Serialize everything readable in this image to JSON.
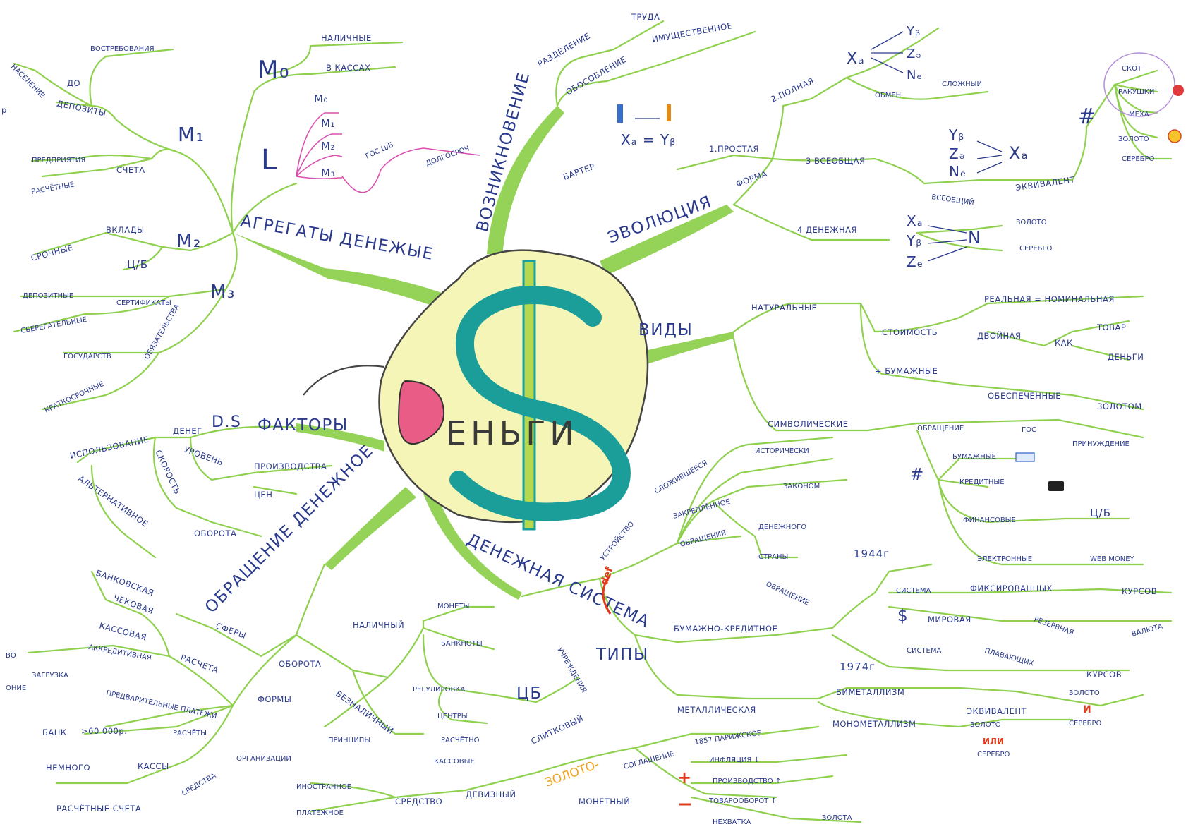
{
  "colors": {
    "branch": "#8fd14f",
    "text": "#2a3a8c",
    "magenta": "#d94fb0",
    "red": "#e23b1a",
    "gold": "#f0a21a",
    "pad": "#f6f5b8",
    "dollar": "#1b9e9a"
  },
  "side_label": "р",
  "center": {
    "label": "ЕНЬГИ"
  },
  "aggregates": {
    "title": "АГРЕГАТЫ ДЕНЕЖЫЕ",
    "m0": {
      "label": "M₀",
      "items": [
        "НАЛИЧНЫЕ",
        "В КАССАХ"
      ]
    },
    "m1": {
      "label": "M₁",
      "deposits": "ДЕПОЗИТЫ",
      "until": "ДО",
      "demand": "ВОСТРЕБОВАНИЯ",
      "population": "НАСЕЛЕНИЕ",
      "accounts": "СЧЕТА",
      "enterprises": "ПРЕДПРИЯТИЯ",
      "settlement": "РАСЧЁТНЫЕ"
    },
    "m2": {
      "label": "M₂",
      "deposits": "ВКЛАДЫ",
      "term": "СРОЧНЫЕ",
      "cb": "Ц/Б"
    },
    "m3": {
      "label": "M₃",
      "certificates": "СЕРТИФИКАТЫ",
      "deposit": "ДЕПОЗИТНЫЕ",
      "savings": "СБЕРЕГАТЕЛЬНЫЕ",
      "obligations": "ОБЯЗАТЕЛЬСТВА",
      "state": "ГОСУДАРСТВ",
      "shortterm": "КРАТКОСРОЧНЫЕ"
    },
    "l_label": "L",
    "l_items": [
      "M₀",
      "M₁",
      "M₂",
      "M₃"
    ],
    "gos_cb": "ГОС Ц/Б",
    "longterm": "ДОЛГОСРОЧ"
  },
  "origin": {
    "title": "ВОЗНИКНОВЕНИЕ",
    "division": "РАЗДЕЛЕНИЕ",
    "labor": "ТРУДА",
    "separation": "ОБОСОБЛЕНИЕ",
    "property": "ИМУЩЕСТВЕННОЕ"
  },
  "evolution": {
    "title": "ЭВОЛЮЦИЯ",
    "form": "ФОРМА",
    "barter": "БАРТЕР",
    "formula": "Xₐ = Yᵦ",
    "simple": "1.ПРОСТАЯ",
    "full": "2.ПОЛНАЯ",
    "full_sym": {
      "x": "Xₐ",
      "y": "Yᵦ",
      "z": "Zₔ",
      "n": "Nₑ"
    },
    "exchange": "ОБМЕН",
    "complex": "СЛОЖНЫЙ",
    "general": "3 ВСЕОБЩАЯ",
    "general_sym": {
      "y": "Yᵦ",
      "z": "Zₔ",
      "n": "Nₑ",
      "x": "Xₐ"
    },
    "universal": "ВСЕОБЩИЙ",
    "equivalent": "ЭКВИВАЛЕНТ",
    "money_form": "4 ДЕНЕЖНАЯ",
    "money_sym": {
      "x": "Xₐ",
      "y": "Yᵦ",
      "z": "Zₑ",
      "n": "N"
    },
    "gold": "ЗОЛОТО",
    "silver": "СЕРЕБРО",
    "hash": "#",
    "hash_items": [
      "СКОТ",
      "РАКУШКИ",
      "МЕХА",
      "ЗОЛОТО",
      "СЕРЕБРО"
    ]
  },
  "kinds": {
    "title": "ВИДЫ",
    "natural": "НАТУРАЛЬНЫЕ",
    "value": "СТОИМОСТЬ",
    "real_nominal": "РЕАЛЬНАЯ = НОМИНАЛЬНАЯ",
    "dual": "ДВОЙНАЯ",
    "as": "КАК",
    "goods": "ТОВАР",
    "money": "ДЕНЬГИ",
    "paper": "+ БУМАЖНЫЕ",
    "backed": "ОБЕСПЕЧЕННЫЕ",
    "gold_backed": "ЗОЛОТОМ",
    "symbolic": "СИМВОЛИЧЕСКИЕ",
    "circulation": "ОБРАЩЕНИЕ",
    "gos": "ГОС",
    "forced": "ПРИНУЖДЕНИЕ",
    "hash": "#",
    "paper2": "БУМАЖНЫЕ",
    "credit": "КРЕДИТНЫЕ",
    "financial": "ФИНАНСОВЫЕ",
    "cb": "Ц/Б",
    "electronic": "ЭЛЕКТРОННЫЕ",
    "webmoney": "WEB MONEY"
  },
  "factors": {
    "title": "ФАКТОРЫ",
    "ds": "D.S",
    "money": "ДЕНЕГ",
    "usage": "ИСПОЛЬЗОВАНИЕ",
    "alternative": "АЛЬТЕРНАТИВНОЕ",
    "level": "УРОВЕНЬ",
    "production": "ПРОИЗВОДСТВА",
    "prices": "ЦЕН",
    "speed": "СКОРОСТЬ",
    "turnover": "ОБОРОТА"
  },
  "circulation": {
    "title": "ОБРАЩЕНИЕ ДЕНЕЖНОЕ",
    "spheres": "СФЕРЫ",
    "turnover": "ОБОРОТА",
    "cash": "НАЛИЧНЫЙ",
    "coins": "МОНЕТЫ",
    "banknotes": "БАНКНОТЫ",
    "regulation": "РЕГУЛИРОВКА",
    "cb": "ЦБ",
    "institutions": "УЧРЕЖДЕНИЯ",
    "centers": "ЦЕНТРЫ",
    "settlement": "РАСЧЁТНО",
    "cashbox": "КАССОВЫЕ",
    "noncash": "БЕЗНАЛИЧНЫЙ",
    "forms": "ФОРМЫ",
    "settlements": "РАСЧЕТА",
    "bank": "БАНКОВСКАЯ",
    "cheque": "ЧЕКОВАЯ",
    "cashform": "КАССОВАЯ",
    "accred": "АККРЕДИТИВНАЯ",
    "cut_left": "ВО",
    "cut_left2": "ОНИЕ",
    "cargo": "ЗАГРУЗКА",
    "prepay": "ПРЕДВАРИТЕЛЬНЫЕ ПЛАТЕЖИ",
    "principles": "ПРИНЦИПЫ",
    "organization": "ОРГАНИЗАЦИИ",
    "bankword": "БАНК",
    "amount": ">60 000р.",
    "calc": "РАСЧЁТЫ",
    "little": "НЕМНОГО",
    "kassy": "КАССЫ",
    "funds": "СРЕДСТВА",
    "accounts": "РАСЧЁТНЫЕ СЧЕТА"
  },
  "system": {
    "title": "ДЕНЕЖНАЯ СИСТЕМА",
    "def": "def",
    "structure": "УСТРОЙСТВО",
    "formed": "СЛОЖИВШЕЕСЯ",
    "historically": "ИСТОРИЧЕСКИ",
    "fixed": "ЗАКРЕПЛЁННОЕ",
    "law": "ЗАКОНОМ",
    "circ": "ОБРАЩЕНИЯ",
    "monetary": "ДЕНЕЖНОГО",
    "country": "СТРАНЫ",
    "types": "ТИПЫ",
    "paper_credit": "БУМАЖНО-КРЕДИТНОЕ",
    "circulation": "ОБРАЩЕНИЕ",
    "y1944": "1944г",
    "system_word": "СИСТЕМА",
    "fixed_rates": "ФИКСИРОВАННЫХ",
    "rates": "КУРСОВ",
    "dollar": "$",
    "world": "МИРОВАЯ",
    "reserve": "РЕЗЕРВНАЯ",
    "currency": "ВАЛЮТА",
    "y1974": "1974г",
    "system2": "СИСТЕМА",
    "floating": "ПЛАВАЮЩИХ",
    "rates2": "КУРСОВ",
    "metallic": "МЕТАЛЛИЧЕСКАЯ",
    "bimetal": "БИМЕТАЛЛИЗМ",
    "equivalent": "ЭКВИВАЛЕНТ",
    "gold": "ЗОЛОТО",
    "and": "И",
    "silver": "СЕРЕБРО",
    "monometal": "МОНОМЕТАЛЛИЗМ",
    "gold2": "ЗОЛОТО",
    "or": "ИЛИ",
    "silver2": "СЕРЕБРО",
    "gold_std": "ЗОЛОТО-",
    "ingot": "СЛИТКОВЫЙ",
    "agreement": "СОГЛАШЕНИЕ",
    "paris": "1857 ПАРИЖСКОЕ",
    "coin": "МОНЕТНЫЙ",
    "plus": "+",
    "minus": "−",
    "inflation": "ИНФЛЯЦИЯ ↓",
    "production": "ПРОИЗВОДСТВО ↑",
    "trade": "ТОВАРООБОРОТ ↑",
    "shortage": "НЕХВАТКА",
    "gold3": "ЗОЛОТА",
    "currency_std": "ДЕВИЗНЫЙ",
    "means": "СРЕДСТВО",
    "foreign": "ИНОСТРАННОЕ",
    "payment": "ПЛАТЕЖНОЕ"
  }
}
